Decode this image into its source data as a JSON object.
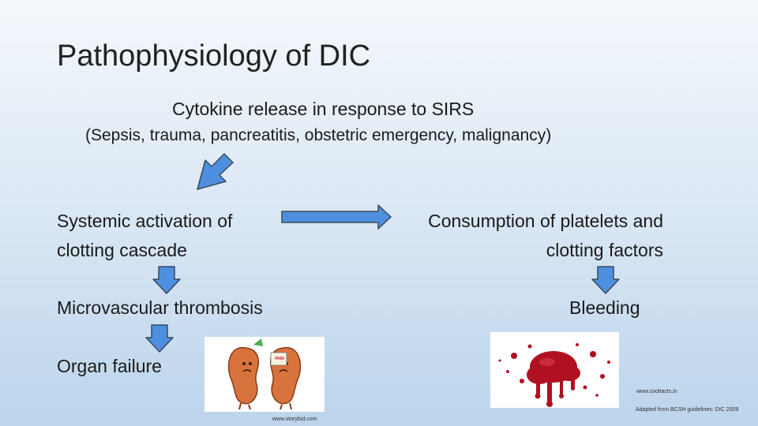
{
  "slide": {
    "title": "Pathophysiology of DIC",
    "cause_line": "Cytokine release in response to SIRS",
    "cause_examples": "(Sepsis, trauma, pancreatitis, obstetric emergency, malignancy)",
    "activation": [
      "Systemic activation of",
      "clotting cascade"
    ],
    "consumption": [
      "Consumption of platelets and",
      "clotting factors"
    ],
    "thrombosis": "Microvascular thrombosis",
    "bleeding": "Bleeding",
    "organ_failure": "Organ failure",
    "kidney_image_sign": "PAIN",
    "credit_kidney": "www.storybid.com",
    "credit_blood": "www.cooltacts.in",
    "credit_source": "Adapted from BCSH guidelines: DIC 2009"
  },
  "colors": {
    "arrow_fill": "#4f8fe0",
    "arrow_stroke": "#3a4a5a",
    "kidney": "#d9733e",
    "blood": "#b01020"
  }
}
